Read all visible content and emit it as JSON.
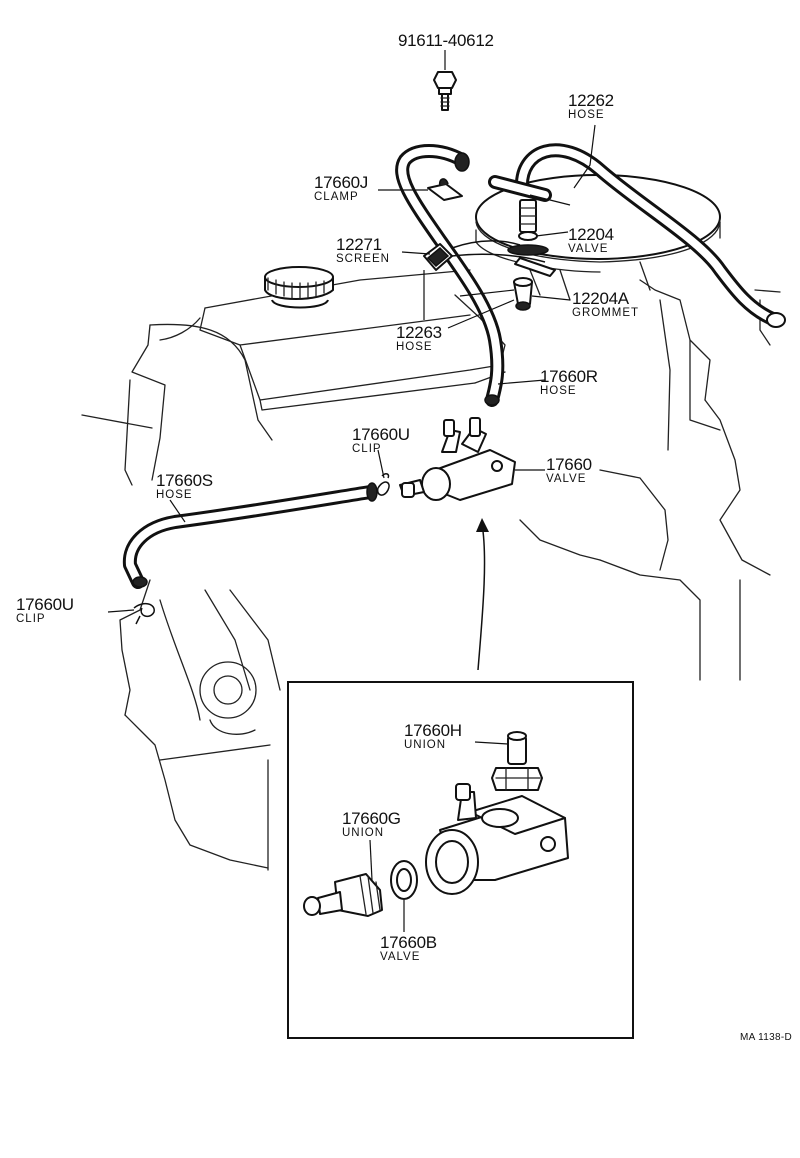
{
  "parts": {
    "bolt": {
      "number": "91611-40612"
    },
    "hose_12262": {
      "number": "12262",
      "name": "HOSE"
    },
    "clamp_17660J": {
      "number": "17660J",
      "name": "CLAMP"
    },
    "valve_12204": {
      "number": "12204",
      "name": "VALVE"
    },
    "screen_12271": {
      "number": "12271",
      "name": "SCREEN"
    },
    "grommet_12204A": {
      "number": "12204A",
      "name": "GROMMET"
    },
    "hose_12263": {
      "number": "12263",
      "name": "HOSE"
    },
    "hose_17660R": {
      "number": "17660R",
      "name": "HOSE"
    },
    "clip_17660U_upper": {
      "number": "17660U",
      "name": "CLIP"
    },
    "valve_17660": {
      "number": "17660",
      "name": "VALVE"
    },
    "hose_17660S": {
      "number": "17660S",
      "name": "HOSE"
    },
    "clip_17660U_lower": {
      "number": "17660U",
      "name": "CLIP"
    },
    "union_17660H": {
      "number": "17660H",
      "name": "UNION"
    },
    "union_17660G": {
      "number": "17660G",
      "name": "UNION"
    },
    "valve_17660B": {
      "number": "17660B",
      "name": "VALVE"
    }
  },
  "reference_code": "MA 1138-D"
}
